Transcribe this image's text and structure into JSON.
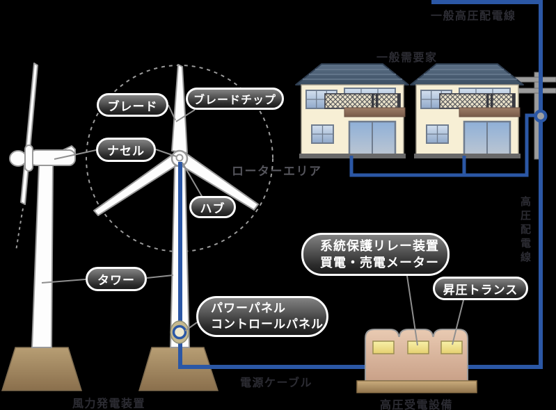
{
  "pills": {
    "blade": {
      "label": "ブレード"
    },
    "blade_tip": {
      "label": "ブレードチップ"
    },
    "nacelle": {
      "label": "ナセル"
    },
    "hub": {
      "label": "ハブ"
    },
    "tower": {
      "label": "タワー"
    },
    "power_panel": {
      "line1": "パワーパネル",
      "line2": "コントロールパネル"
    },
    "relay_meter": {
      "line1": "系統保護リレー装置",
      "line2": "買電・売電メーター"
    },
    "booster": {
      "label": "昇圧トランス"
    }
  },
  "captions": {
    "rotor_area": "ローターエリア",
    "general_hv_line": "一般高圧配電線",
    "general_consumers": "一般需要家",
    "hv_distribution_line": "高圧配電線",
    "power_cable": "電源ケーブル",
    "hv_receiving_equipment": "高圧受電設備",
    "wind_power_device": "風力発電装置"
  },
  "colors": {
    "cable_blue": "#2b57a5",
    "pill_border": "#ffffff",
    "pill_gradient_top": "#828282",
    "pill_gradient_bottom": "#1d1d1d",
    "roof_blue_gray": "#46586d",
    "wall_cream": "#f7efd5",
    "equipment_tan": "#d9b49c",
    "panel_yellow": "#f2e391",
    "base_brown": "#a3885f",
    "leader_gray": "#8f8f8f",
    "caption_dark": "#2c2c33"
  }
}
